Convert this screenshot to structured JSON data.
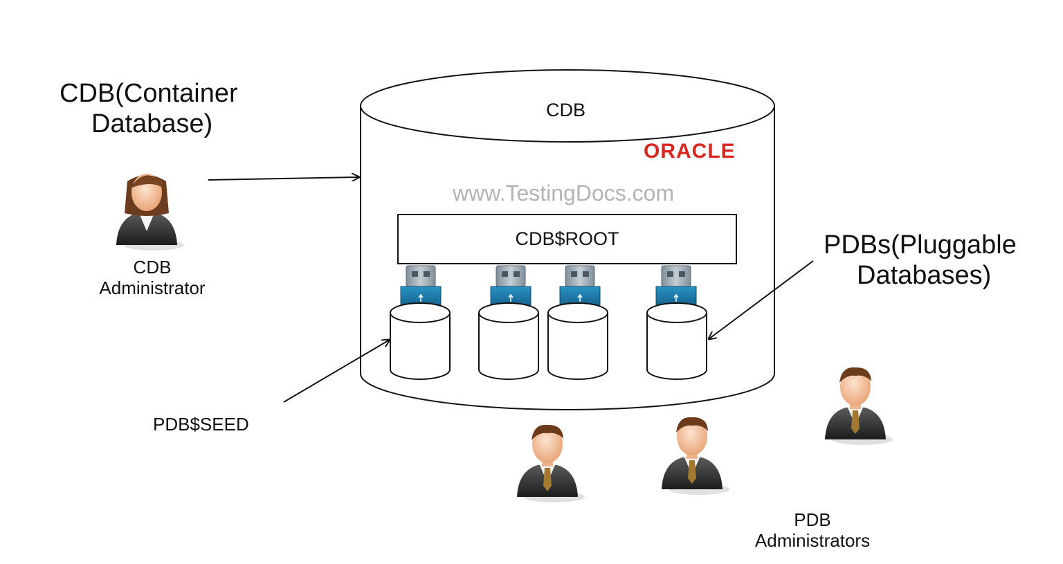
{
  "title": {
    "line1": "CDB(Container",
    "line2": "Database)"
  },
  "cdb": {
    "top_label": "CDB",
    "brand": "ORACLE",
    "watermark": "www.TestingDocs.com",
    "root_label": "CDB$ROOT"
  },
  "pdb_heading": {
    "line1": "PDBs(Pluggable",
    "line2": "Databases)"
  },
  "seed_label": "PDB$SEED",
  "cdb_admin": {
    "line1": "CDB",
    "line2": "Administrator"
  },
  "pdb_admins": {
    "line1": "PDB",
    "line2": "Administrators"
  },
  "colors": {
    "usb_blue": "#1e7fb0",
    "usb_metal": "#9aa7b2",
    "brand_red": "#d5281f",
    "outline": "#111111"
  },
  "icons": [
    "female-admin-icon",
    "male-admin-icon",
    "usb-plug-icon",
    "database-cylinder-icon"
  ]
}
